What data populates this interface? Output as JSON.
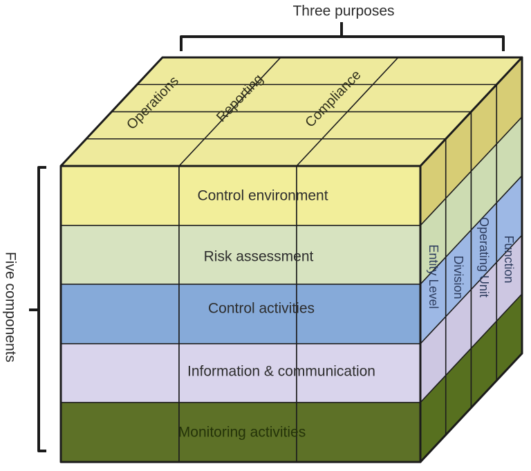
{
  "titles": {
    "top": "Three purposes",
    "left": "Five components"
  },
  "purposes": [
    "Operations",
    "Reporting",
    "Compliance"
  ],
  "components": [
    "Control environment",
    "Risk assessment",
    "Control activities",
    "Information & communication",
    "Monitoring activities"
  ],
  "levels": [
    "Entity Level",
    "Division",
    "Operating Unit",
    "Function"
  ],
  "colors": {
    "top_face": "#eeea9c",
    "front": [
      "#f2ee9a",
      "#d7e3c0",
      "#86aad9",
      "#d9d4ec",
      "#5d7127"
    ],
    "side": [
      "#d7cd75",
      "#cddcb2",
      "#9db8e5",
      "#cdc7e2",
      "#57701f"
    ],
    "grid_line": "#1e1e1e",
    "outline": "#1b1b1b",
    "bracket": "#1a1a1a",
    "title_text": "#2d2d2d",
    "purpose_text": "#30301c",
    "component_text": "#2d2d2d",
    "monitoring_text": "#243309",
    "level_text": "#2d3c5e"
  }
}
